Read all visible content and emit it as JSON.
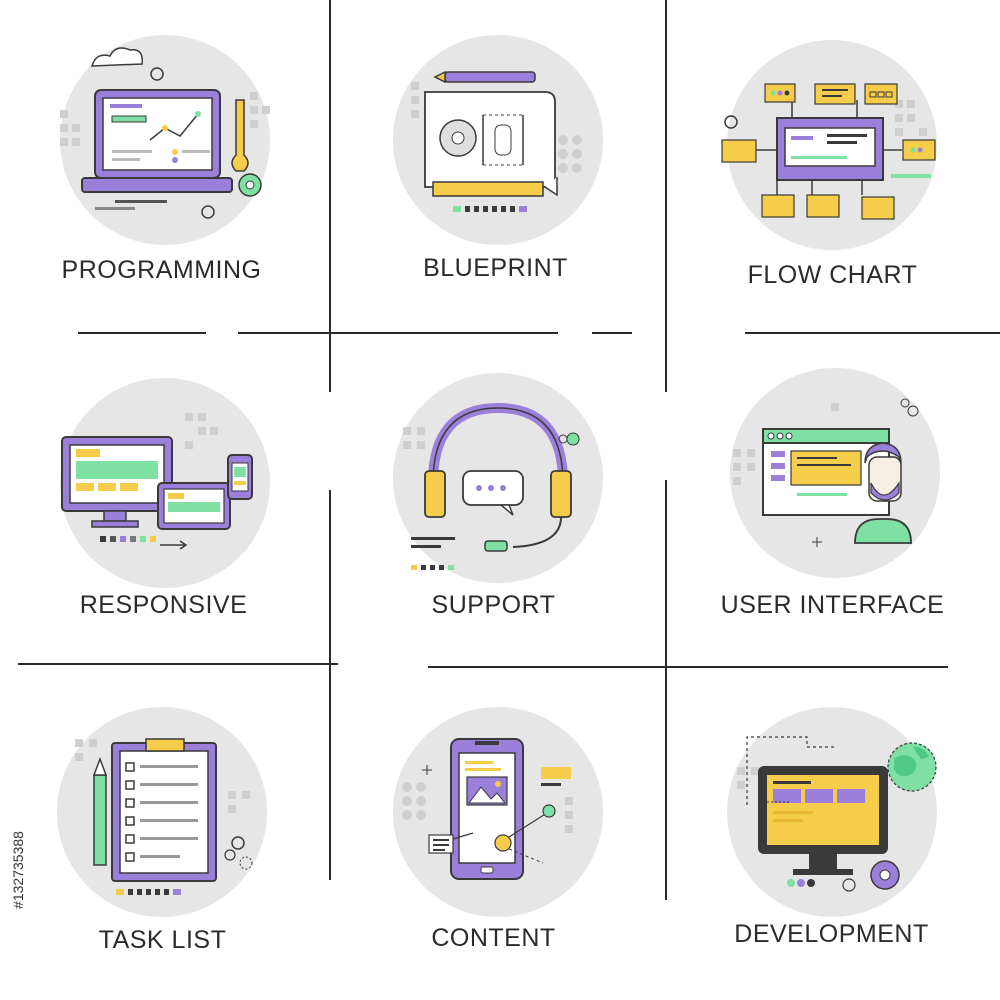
{
  "colors": {
    "purple": "#9a7fdb",
    "purple_dark": "#8d6ed6",
    "yellow": "#f6cd4a",
    "green": "#7fe0a4",
    "circle": "#e6e6e6",
    "outline": "#3a3a3a"
  },
  "icons": [
    {
      "id": "programming",
      "label": "PROGRAMMING",
      "icon": "laptop-code-icon"
    },
    {
      "id": "blueprint",
      "label": "BLUEPRINT",
      "icon": "blueprint-icon"
    },
    {
      "id": "flow-chart",
      "label": "FLOW CHART",
      "icon": "flow-chart-icon"
    },
    {
      "id": "responsive",
      "label": "RESPONSIVE",
      "icon": "responsive-devices-icon"
    },
    {
      "id": "support",
      "label": "SUPPORT",
      "icon": "headset-icon"
    },
    {
      "id": "user-interface",
      "label": "USER INTERFACE",
      "icon": "user-interface-icon"
    },
    {
      "id": "task-list",
      "label": "TASK LIST",
      "icon": "clipboard-icon"
    },
    {
      "id": "content",
      "label": "CONTENT",
      "icon": "smartphone-content-icon"
    },
    {
      "id": "development",
      "label": "DEVELOPMENT",
      "icon": "monitor-globe-icon"
    }
  ],
  "stock_id": "#132735388"
}
